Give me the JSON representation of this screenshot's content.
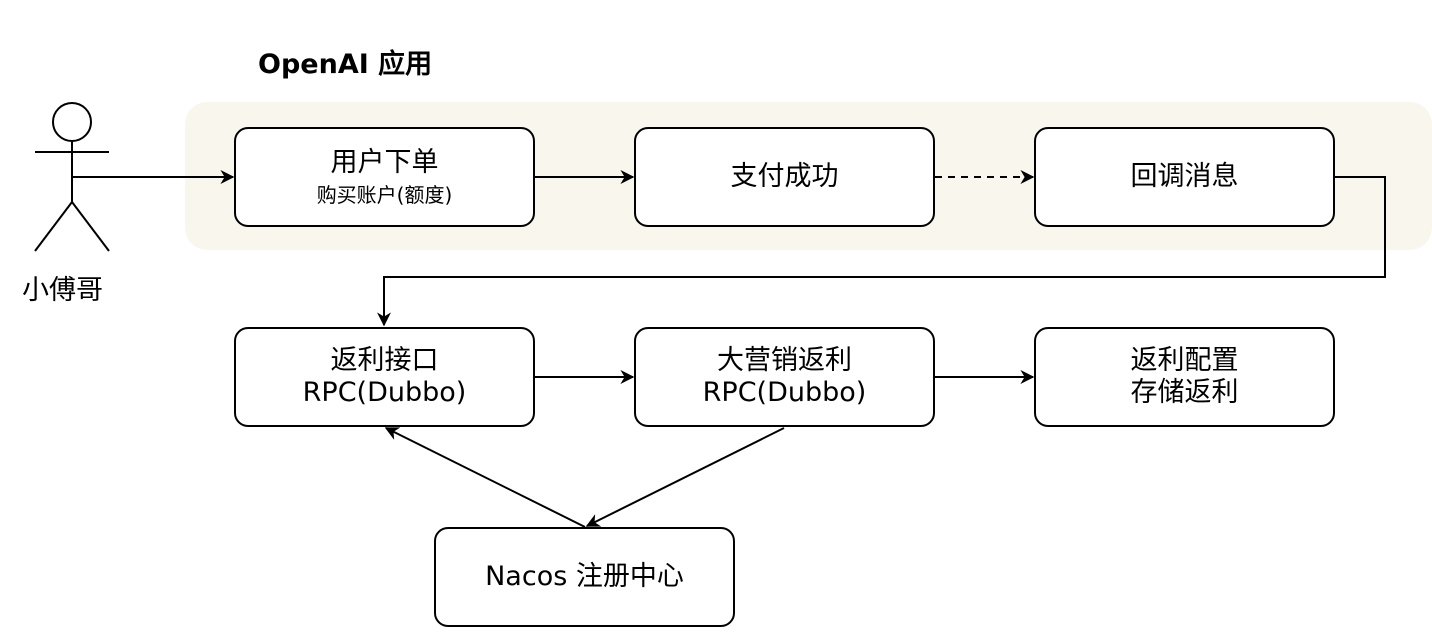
{
  "group": {
    "title": "OpenAI 应用"
  },
  "actor": {
    "label": "小傅哥"
  },
  "nodes": {
    "place_order": {
      "title": "用户下单",
      "subtitle": "购买账户(额度)"
    },
    "pay_success": {
      "title": "支付成功"
    },
    "callback": {
      "title": "回调消息"
    },
    "rebate_api": {
      "line1": "返利接口",
      "line2": "RPC(Dubbo)"
    },
    "marketing_rebate": {
      "line1": "大营销返利",
      "line2": "RPC(Dubbo)"
    },
    "rebate_config": {
      "line1": "返利配置",
      "line2": "存储返利"
    },
    "nacos": {
      "title": "Nacos 注册中心"
    }
  }
}
